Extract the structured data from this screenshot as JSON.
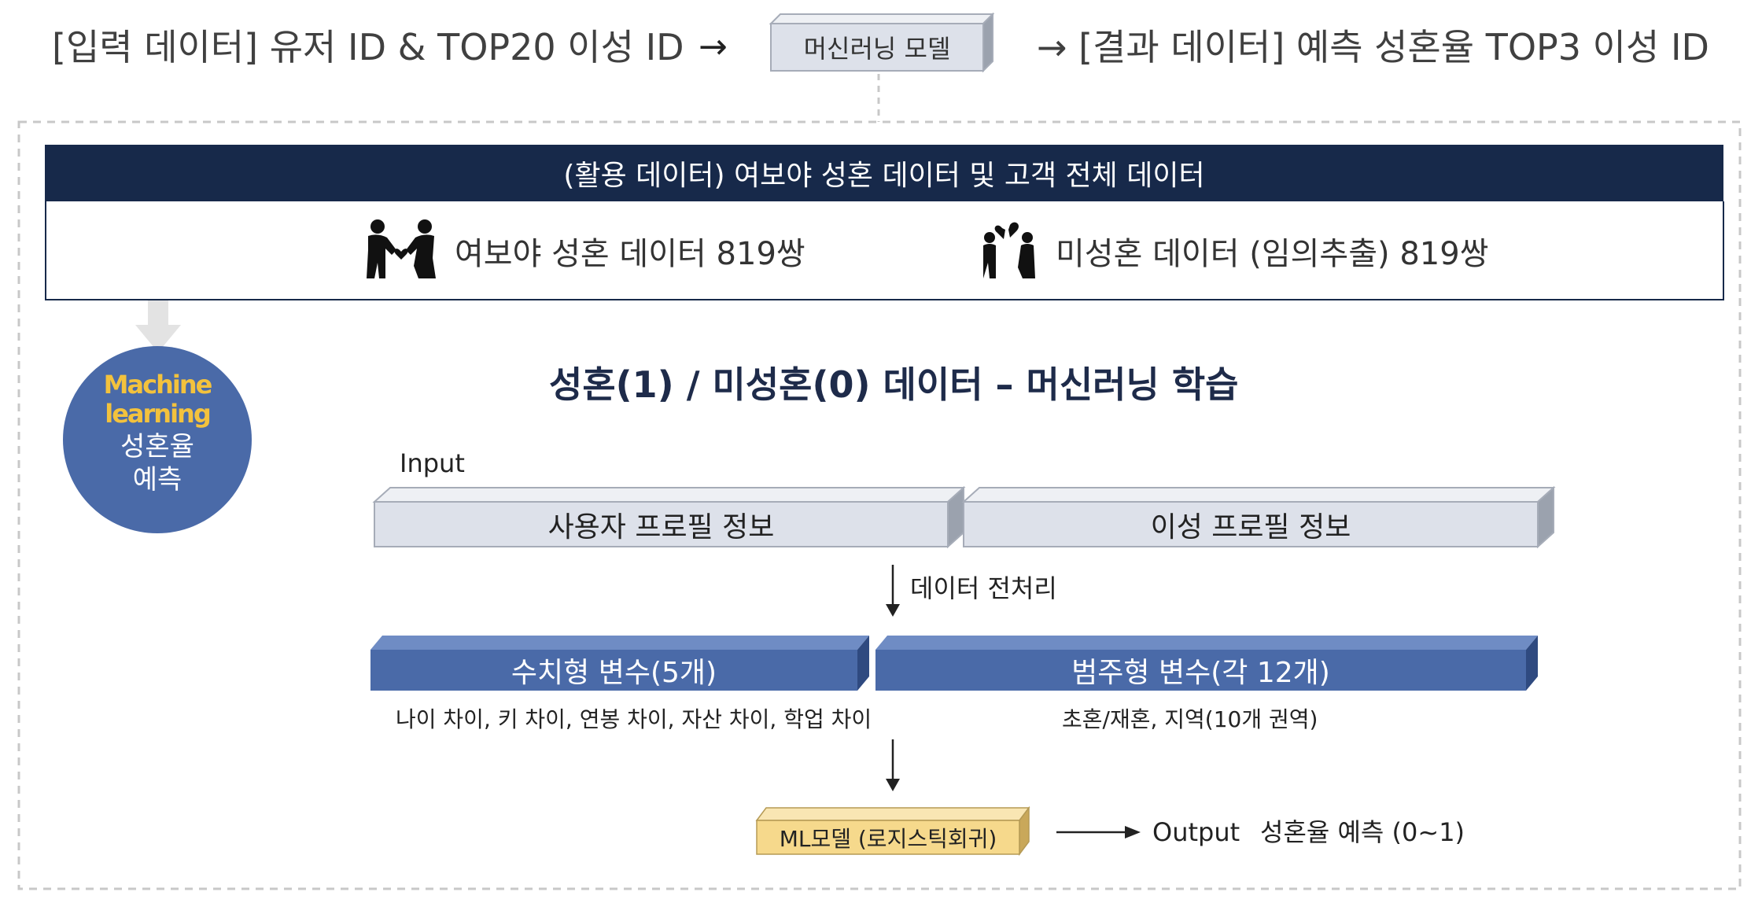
{
  "header": {
    "input_label": "[입력 데이터] 유저 ID & TOP20 이성 ID",
    "model_label": "머신러닝 모델",
    "output_label": "→ [결과 데이터] 예측 성혼율 TOP3 이성 ID"
  },
  "banner": {
    "title": "(활용 데이터) 여보야 성혼 데이터 및 고객 전체 데이터"
  },
  "datasets": [
    {
      "label": "여보야 성혼 데이터 819쌍",
      "icon": "couple-heart-icon"
    },
    {
      "label": "미성혼 데이터 (임의추출) 819쌍",
      "icon": "broken-heart-couple-icon"
    }
  ],
  "ml_badge": {
    "line1": "Machine",
    "line2": "learning",
    "line3": "성혼율",
    "line4": "예측"
  },
  "main": {
    "title": "성혼(1) / 미성혼(0) 데이터 – 머신러닝 학습",
    "input_label": "Input",
    "user_profile": "사용자 프로필 정보",
    "partner_profile": "이성 프로필 정보",
    "preprocess_label": "데이터 전처리",
    "numeric_vars": "수치형 변수(5개)",
    "categorical_vars": "범주형 변수(각 12개)",
    "numeric_detail": "나이 차이, 키 차이,  연봉 차이, 자산 차이, 학업 차이",
    "categorical_detail": "초혼/재혼, 지역(10개 권역)",
    "ml_model": "ML모델 (로지스틱회귀)",
    "output_label": "Output",
    "output_value": "성혼율 예측 (0~1)"
  },
  "colors": {
    "navy": "#17294a",
    "blue": "#4a6aa8",
    "gray_box": "#dde1ea",
    "gold_box": "#f6d98c",
    "accent_yellow": "#f3c23d"
  }
}
